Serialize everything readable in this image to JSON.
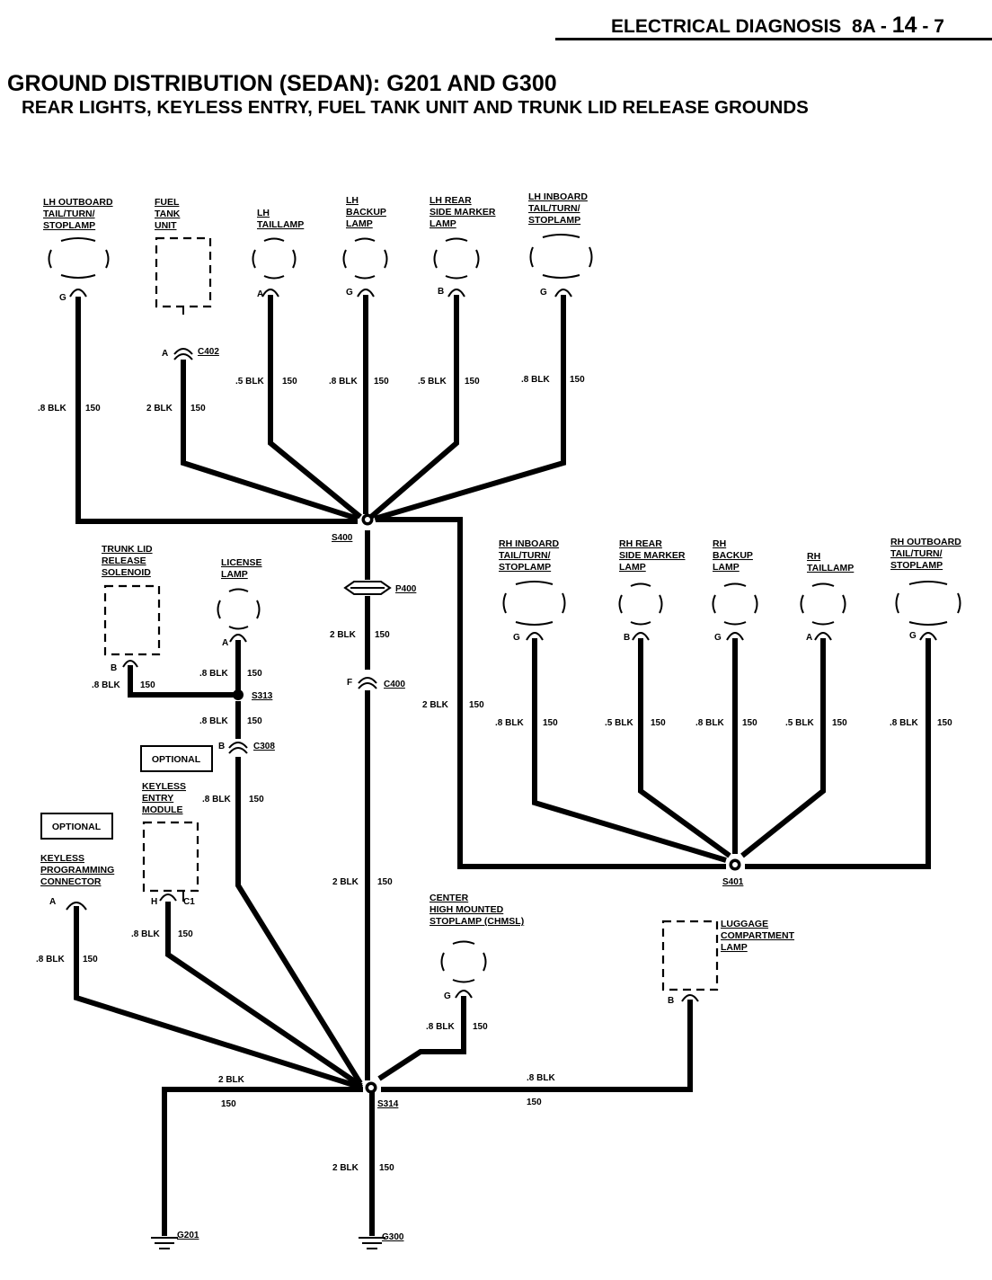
{
  "header": {
    "section": "ELECTRICAL DIAGNOSIS",
    "page_prefix": "8A -",
    "page_mid": "14",
    "page_suffix": "- 7"
  },
  "title": "GROUND DISTRIBUTION (SEDAN): G201 AND G300",
  "subtitle": "REAR LIGHTS, KEYLESS ENTRY, FUEL TANK UNIT AND TRUNK LID RELEASE GROUNDS",
  "components": {
    "lh_outboard": [
      "LH OUTBOARD",
      "TAIL/TURN/",
      "STOPLAMP"
    ],
    "fuel_tank": [
      "FUEL",
      "TANK",
      "UNIT"
    ],
    "lh_taillamp": [
      "LH",
      "TAILLAMP"
    ],
    "lh_backup": [
      "LH",
      "BACKUP",
      "LAMP"
    ],
    "lh_rear_side": [
      "LH REAR",
      "SIDE MARKER",
      "LAMP"
    ],
    "lh_inboard": [
      "LH INBOARD",
      "TAIL/TURN/",
      "STOPLAMP"
    ],
    "trunk_lid": [
      "TRUNK LID",
      "RELEASE",
      "SOLENOID"
    ],
    "license": [
      "LICENSE",
      "LAMP"
    ],
    "rh_inboard": [
      "RH INBOARD",
      "TAIL/TURN/",
      "STOPLAMP"
    ],
    "rh_rear_side": [
      "RH REAR",
      "SIDE MARKER",
      "LAMP"
    ],
    "rh_backup": [
      "RH",
      "BACKUP",
      "LAMP"
    ],
    "rh_taillamp": [
      "RH",
      "TAILLAMP"
    ],
    "rh_outboard": [
      "RH OUTBOARD",
      "TAIL/TURN/",
      "STOPLAMP"
    ],
    "keyless_module": [
      "KEYLESS",
      "ENTRY",
      "MODULE"
    ],
    "keyless_connector": [
      "KEYLESS",
      "PROGRAMMING",
      "CONNECTOR"
    ],
    "chmsl": [
      "CENTER",
      "HIGH MOUNTED",
      "STOPLAMP (CHMSL)"
    ],
    "luggage": [
      "LUGGAGE",
      "COMPARTMENT",
      "LAMP"
    ]
  },
  "optional_label": "OPTIONAL",
  "pins": {
    "lh_outboard": "G",
    "fuel_tank": "A",
    "lh_taillamp": "A",
    "lh_backup": "G",
    "lh_rear_side": "B",
    "lh_inboard": "G",
    "trunk_lid": "B",
    "license": "A",
    "rh_inboard": "G",
    "rh_rear_side": "B",
    "rh_backup": "G",
    "rh_taillamp": "A",
    "rh_outboard": "G",
    "keyless_module_h": "H",
    "keyless_module_c1": "C1",
    "keyless_connector": "A",
    "chmsl": "G",
    "luggage": "B",
    "c400": "F",
    "c308": "B"
  },
  "connectors": {
    "c402": "C402",
    "c400": "C400",
    "c308": "C308",
    "p400": "P400"
  },
  "splices": {
    "s400": "S400",
    "s401": "S401",
    "s313": "S313",
    "s314": "S314"
  },
  "grounds": {
    "g201": "G201",
    "g300": "G300"
  },
  "wires": {
    "lh_outboard": [
      ".8 BLK",
      "150"
    ],
    "fuel_tank": [
      "2 BLK",
      "150"
    ],
    "lh_taillamp": [
      ".5 BLK",
      "150"
    ],
    "lh_backup": [
      ".8 BLK",
      "150"
    ],
    "lh_rear_side": [
      ".5 BLK",
      "150"
    ],
    "lh_inboard": [
      ".8 BLK",
      "150"
    ],
    "p400_c400": [
      "2 BLK",
      "150"
    ],
    "s400_s401": [
      "2 BLK",
      "150"
    ],
    "rh_inboard": [
      ".8 BLK",
      "150"
    ],
    "rh_rear_side": [
      ".5 BLK",
      "150"
    ],
    "rh_backup": [
      ".8 BLK",
      "150"
    ],
    "rh_taillamp": [
      ".5 BLK",
      "150"
    ],
    "rh_outboard": [
      ".8 BLK",
      "150"
    ],
    "trunk": [
      ".8 BLK",
      "150"
    ],
    "license": [
      ".8 BLK",
      "150"
    ],
    "s313_c308": [
      ".8 BLK",
      "150"
    ],
    "c308_s314": [
      ".8 BLK",
      "150"
    ],
    "c400_s314": [
      "2 BLK",
      "150"
    ],
    "keyless_module": [
      ".8 BLK",
      "150"
    ],
    "keyless_connector": [
      ".8 BLK",
      "150"
    ],
    "chmsl": [
      ".8 BLK",
      "150"
    ],
    "g201": [
      "2 BLK",
      "150"
    ],
    "luggage": [
      ".8 BLK",
      "150"
    ],
    "g300": [
      "2 BLK",
      "150"
    ]
  }
}
